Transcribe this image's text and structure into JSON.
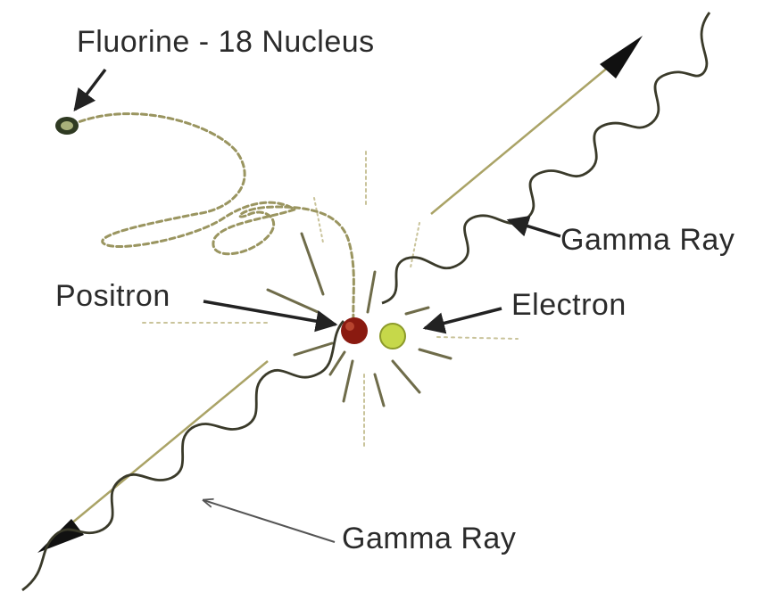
{
  "labels": {
    "nucleus": "Fluorine - 18 Nucleus",
    "gamma_ray_top": "Gamma Ray",
    "positron": "Positron",
    "electron": "Electron",
    "gamma_ray_bottom": "Gamma Ray"
  },
  "colors": {
    "positron": "#8a1a10",
    "electron": "#c6d84a",
    "nucleus": "#3a4a2a",
    "ink": "#222222",
    "path": "#9a9560"
  }
}
